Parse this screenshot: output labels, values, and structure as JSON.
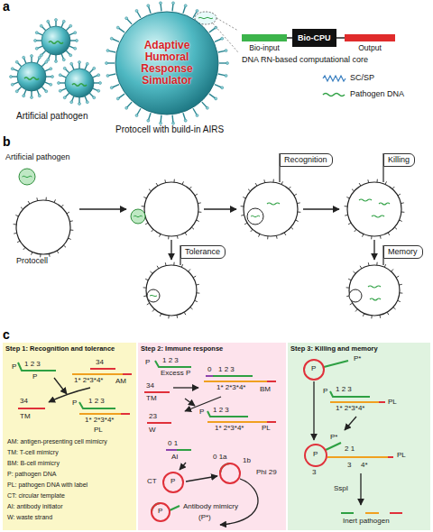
{
  "diagram": {
    "nodes": [
      {
        "text": [
          "Adaptive Humoral Response Simulator"
        ]
      },
      {
        "text": [
          "Bio-input"
        ]
      },
      {
        "text": [
          "Bio-CPU"
        ]
      },
      {
        "text": [
          "Output"
        ]
      },
      {
        "text": [
          "Recognition"
        ]
      },
      {
        "text": [
          "Killing"
        ]
      },
      {
        "text": [
          "Tolerance"
        ]
      },
      {
        "text": [
          "Memory"
        ]
      },
      {
        "text": [
          "Step 1: Recognition and tolerance"
        ]
      },
      {
        "text": [
          "Step 2: Immune response"
        ]
      },
      {
        "text": [
          "Step 3: Killing and memory"
        ]
      }
    ],
    "edges": [
      {
        "from": 1,
        "to": 2,
        "arrow": "none"
      },
      {
        "from": 2,
        "to": 3,
        "arrow": "none"
      }
    ],
    "labels": [
      "a",
      "Artificial pathogen",
      "Protocell with build-in AIRS",
      "DNA RN-based computational core",
      "b",
      "Artificial pathogen",
      "Protocell",
      "c",
      "P",
      "1 2 3",
      "P",
      "34",
      "1* 2*3*4*",
      "AM",
      "34",
      "TM",
      "P",
      "1 2 3",
      "1* 2*3*4*",
      "PL",
      "AM: antigen-presenting cell mimicry",
      "TM: T-cell mimicry",
      "BM: B-cell mimicry",
      "P: pathogen DNA",
      "PL: pathogen DNA with label",
      "CT: circular template",
      "AI: antibody initiator",
      "W: waste strand",
      "P",
      "1 2 3",
      "Excess P",
      "34",
      "TM",
      "0",
      "1 2 3",
      "1* 2*3*4*",
      "BM",
      "23",
      "W",
      "P",
      "1 2 3",
      "1* 2*3*4*",
      "PL",
      "0 1",
      "AI",
      "CT",
      "P",
      "0 1a",
      "1b",
      "Phi 29",
      "P",
      "Antibody mimicry",
      "(P*)",
      "P",
      "P*",
      "P",
      "1 2 3",
      "1* 2*3*4*",
      "PL",
      "P",
      "P*",
      "2 1",
      "3",
      "4*",
      "3",
      "PL",
      "SspI",
      "Inert pathogen"
    ],
    "legend": [
      {
        "text": "SC/SP"
      },
      {
        "text": "Pathogen DNA"
      }
    ]
  }
}
